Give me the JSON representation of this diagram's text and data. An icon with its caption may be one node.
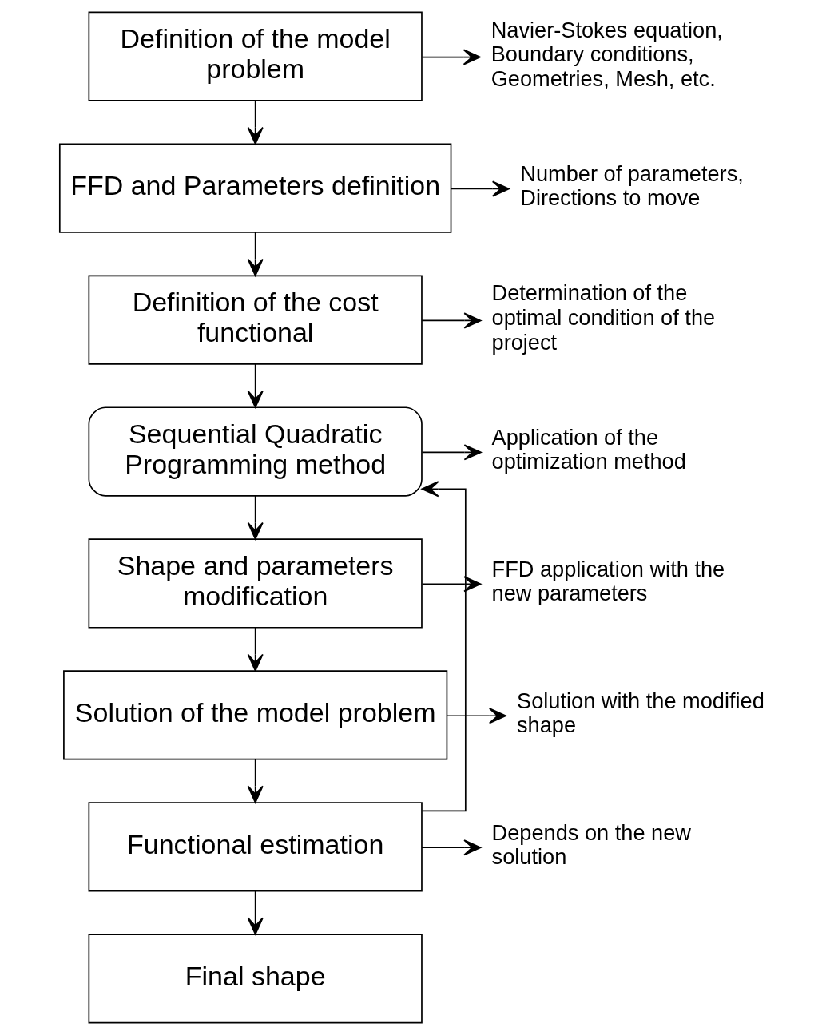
{
  "diagram": {
    "nodes": [
      {
        "text": [
          "Definition of the model problem"
        ]
      },
      {
        "text": [
          "FFD and Parameters definition"
        ]
      },
      {
        "text": [
          "Definition of the cost functional"
        ]
      },
      {
        "text": [
          "Sequential Quadratic Programming method"
        ]
      },
      {
        "text": [
          "Shape and parameters modification"
        ]
      },
      {
        "text": [
          "Solution of the model problem"
        ]
      },
      {
        "text": [
          "Functional estimation"
        ]
      },
      {
        "text": [
          "Final shape"
        ]
      },
      {
        "text": [
          "Navier-Stokes equation, Boundary conditions, Geometries, Mesh, etc."
        ]
      },
      {
        "text": [
          "Number of parameters, Directions to move"
        ]
      },
      {
        "text": [
          "Determination of the optimal condition of the project"
        ]
      },
      {
        "text": [
          "Application of the optimization method"
        ]
      },
      {
        "text": [
          "FFD application with the new parameters"
        ]
      },
      {
        "text": [
          "Solution with the modified shape"
        ]
      },
      {
        "text": [
          "Depends on the new solution"
        ]
      }
    ],
    "edges": [
      {
        "from": 0,
        "to": 1,
        "arrow": "to"
      },
      {
        "from": 1,
        "to": 2,
        "arrow": "to"
      },
      {
        "from": 2,
        "to": 3,
        "arrow": "to"
      },
      {
        "from": 3,
        "to": 4,
        "arrow": "to"
      },
      {
        "from": 4,
        "to": 5,
        "arrow": "to"
      },
      {
        "from": 5,
        "to": 6,
        "arrow": "to"
      },
      {
        "from": 6,
        "to": 7,
        "arrow": "to"
      },
      {
        "from": 6,
        "to": 3,
        "arrow": "to"
      },
      {
        "from": 0,
        "to": 8,
        "arrow": "to"
      },
      {
        "from": 1,
        "to": 9,
        "arrow": "to"
      },
      {
        "from": 2,
        "to": 10,
        "arrow": "to"
      },
      {
        "from": 3,
        "to": 11,
        "arrow": "to"
      },
      {
        "from": 4,
        "to": 12,
        "arrow": "to"
      },
      {
        "from": 5,
        "to": 13,
        "arrow": "to"
      },
      {
        "from": 6,
        "to": 14,
        "arrow": "to"
      }
    ]
  }
}
